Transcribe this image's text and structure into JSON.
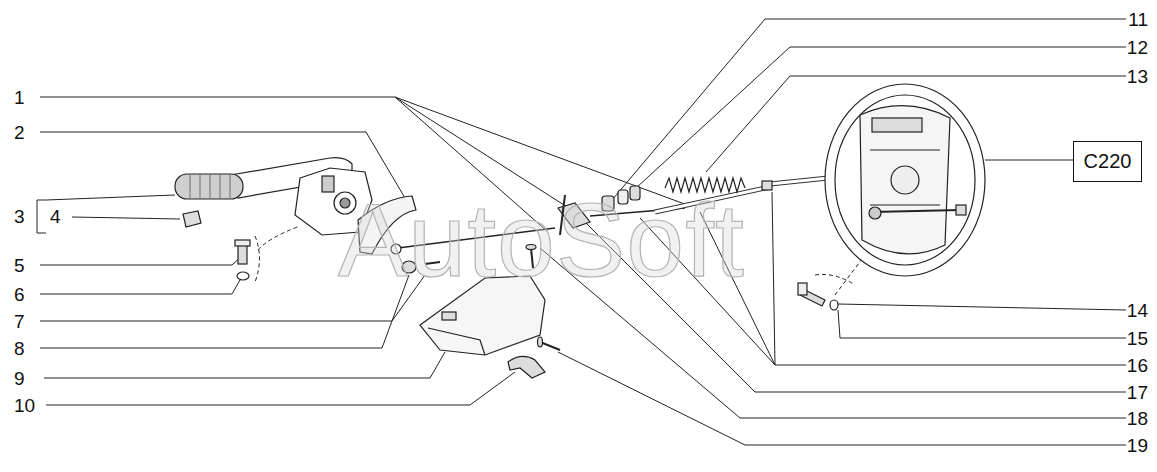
{
  "diagram": {
    "nodes": [
      {
        "text": [
          "C220"
        ]
      }
    ],
    "labels": [
      "1",
      "2",
      "3",
      "4",
      "5",
      "6",
      "7",
      "8",
      "9",
      "10",
      "11",
      "12",
      "13",
      "14",
      "15",
      "16",
      "17",
      "18",
      "19",
      "AutoSoft"
    ]
  }
}
